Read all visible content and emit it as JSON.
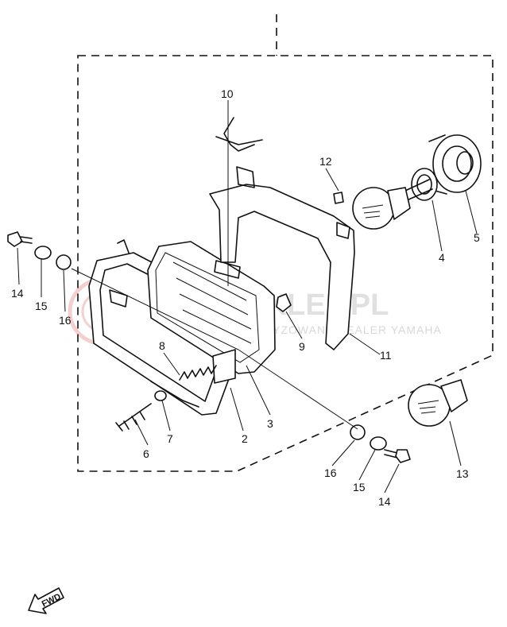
{
  "callouts": {
    "c2": "2",
    "c3": "3",
    "c4": "4",
    "c5": "5",
    "c6": "6",
    "c7": "7",
    "c8": "8",
    "c9": "9",
    "c10": "10",
    "c11": "11",
    "c12": "12",
    "c13": "13",
    "c14a": "14",
    "c15a": "15",
    "c16a": "16",
    "c14b": "14",
    "c15b": "15",
    "c16b": "16"
  },
  "watermark": {
    "title": "YAMASKLEP.PL",
    "subtitle": "WYŁĄCZNY AUTORYZOWANY DEALER YAMAHA"
  },
  "fwd_label": "FWD",
  "colors": {
    "line": "#111111",
    "watermark": "#c8c8c8",
    "watermark_logo": "#e06060"
  }
}
